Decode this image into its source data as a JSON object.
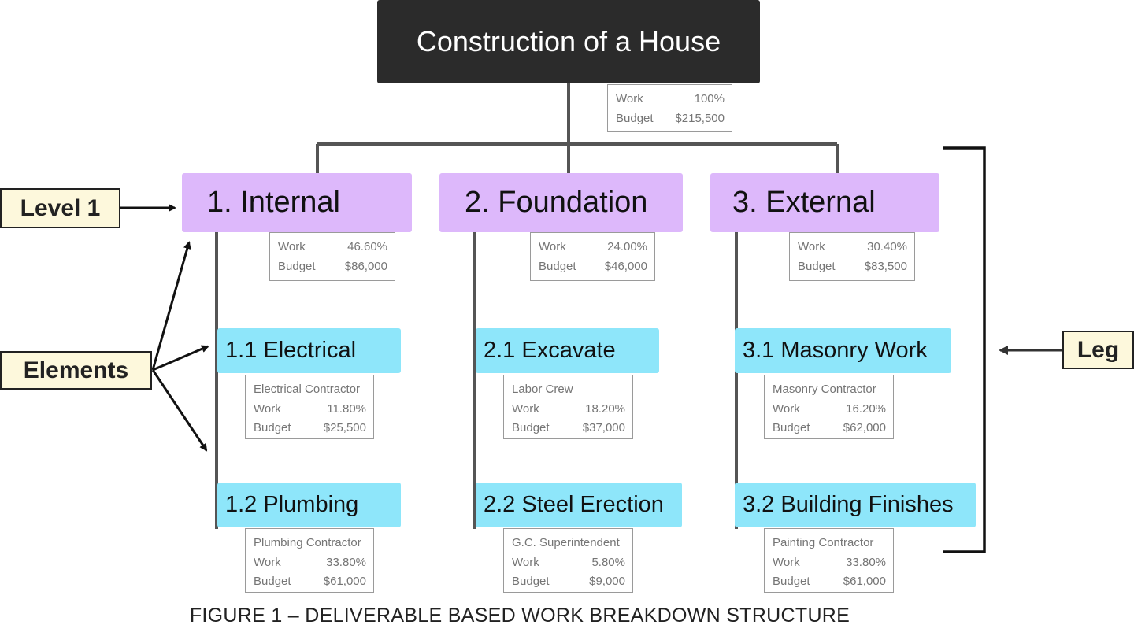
{
  "root": {
    "title": "Construction of a House",
    "work_label": "Work",
    "work": "100%",
    "budget_label": "Budget",
    "budget": "$215,500"
  },
  "level1": [
    {
      "label": "1. Internal",
      "work_label": "Work",
      "work": "46.60%",
      "budget_label": "Budget",
      "budget": "$86,000",
      "elements": [
        {
          "label": "1.1 Electrical",
          "contractor": "Electrical Contractor",
          "work_label": "Work",
          "work": "11.80%",
          "budget_label": "Budget",
          "budget": "$25,500"
        },
        {
          "label": "1.2 Plumbing",
          "contractor": "Plumbing Contractor",
          "work_label": "Work",
          "work": "33.80%",
          "budget_label": "Budget",
          "budget": "$61,000"
        }
      ]
    },
    {
      "label": "2. Foundation",
      "work_label": "Work",
      "work": "24.00%",
      "budget_label": "Budget",
      "budget": "$46,000",
      "elements": [
        {
          "label": "2.1 Excavate",
          "contractor": "Labor Crew",
          "work_label": "Work",
          "work": "18.20%",
          "budget_label": "Budget",
          "budget": "$37,000"
        },
        {
          "label": "2.2 Steel Erection",
          "contractor": "G.C. Superintendent",
          "work_label": "Work",
          "work": "5.80%",
          "budget_label": "Budget",
          "budget": "$9,000"
        }
      ]
    },
    {
      "label": "3. External",
      "work_label": "Work",
      "work": "30.40%",
      "budget_label": "Budget",
      "budget": "$83,500",
      "elements": [
        {
          "label": "3.1 Masonry Work",
          "contractor": "Masonry Contractor",
          "work_label": "Work",
          "work": "16.20%",
          "budget_label": "Budget",
          "budget": "$62,000"
        },
        {
          "label": "3.2 Building Finishes",
          "contractor": "Painting Contractor",
          "work_label": "Work",
          "work": "33.80%",
          "budget_label": "Budget",
          "budget": "$61,000"
        }
      ]
    }
  ],
  "callouts": {
    "level1": "Level 1",
    "elements": "Elements",
    "leg": "Leg"
  },
  "caption": "FIGURE 1 – DELIVERABLE BASED WORK BREAKDOWN STRUCTURE",
  "colors": {
    "root_bg": "#2b2b2b",
    "level1_bg": "#ddb8fb",
    "element_bg": "#8ee6fa",
    "callout_bg": "#fdf8dc",
    "connector": "#555555"
  }
}
